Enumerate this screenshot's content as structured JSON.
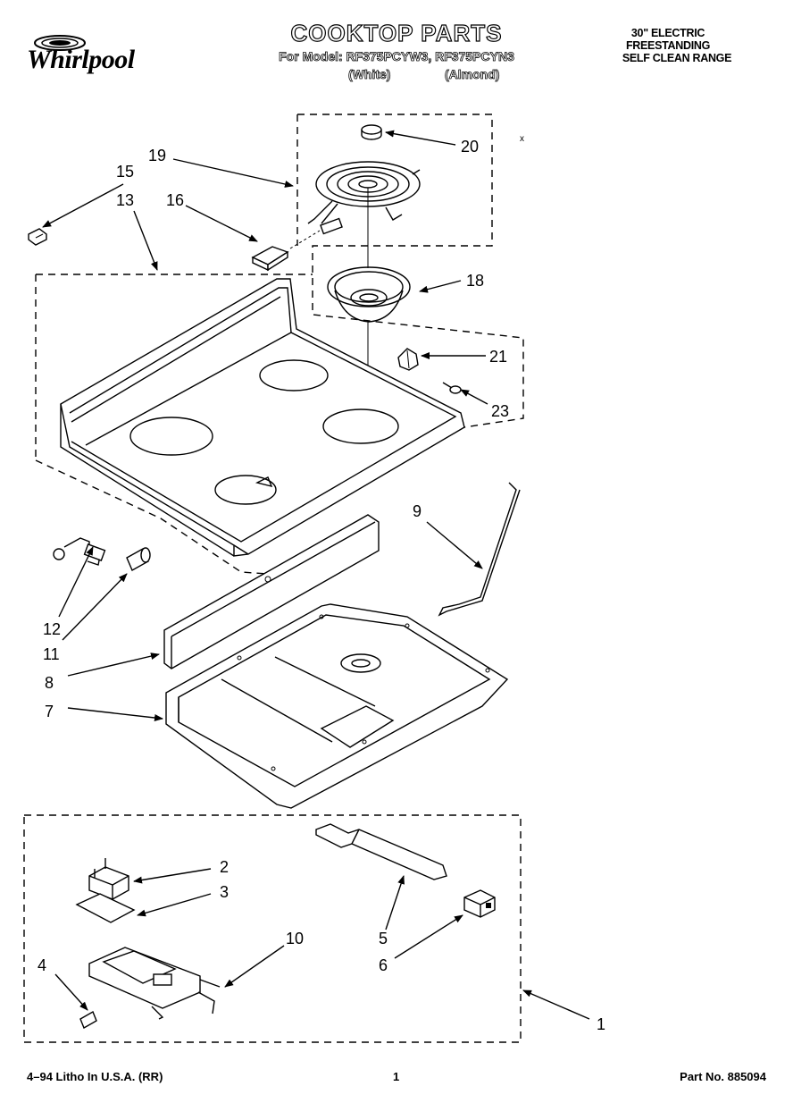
{
  "header": {
    "brand": "Whirlpool",
    "title": "COOKTOP PARTS",
    "model_line": "For Model: RF375PCYW3, RF375PCYN3",
    "variant_white": "(White)",
    "variant_almond": "(Almond)",
    "range_line_1": "30\" ELECTRIC",
    "range_line_2": "FREESTANDING",
    "range_line_3": "SELF CLEAN RANGE"
  },
  "callouts": {
    "n1": "1",
    "n2": "2",
    "n3": "3",
    "n4": "4",
    "n5": "5",
    "n6": "6",
    "n7": "7",
    "n8": "8",
    "n9": "9",
    "n10": "10",
    "n11": "11",
    "n12": "12",
    "n13": "13",
    "n15": "15",
    "n16": "16",
    "n18": "18",
    "n19": "19",
    "n20": "20",
    "n21": "21",
    "n23": "23"
  },
  "footer": {
    "left": "4–94 Litho In U.S.A. (RR)",
    "page": "1",
    "part_no": "Part No. 885094"
  }
}
